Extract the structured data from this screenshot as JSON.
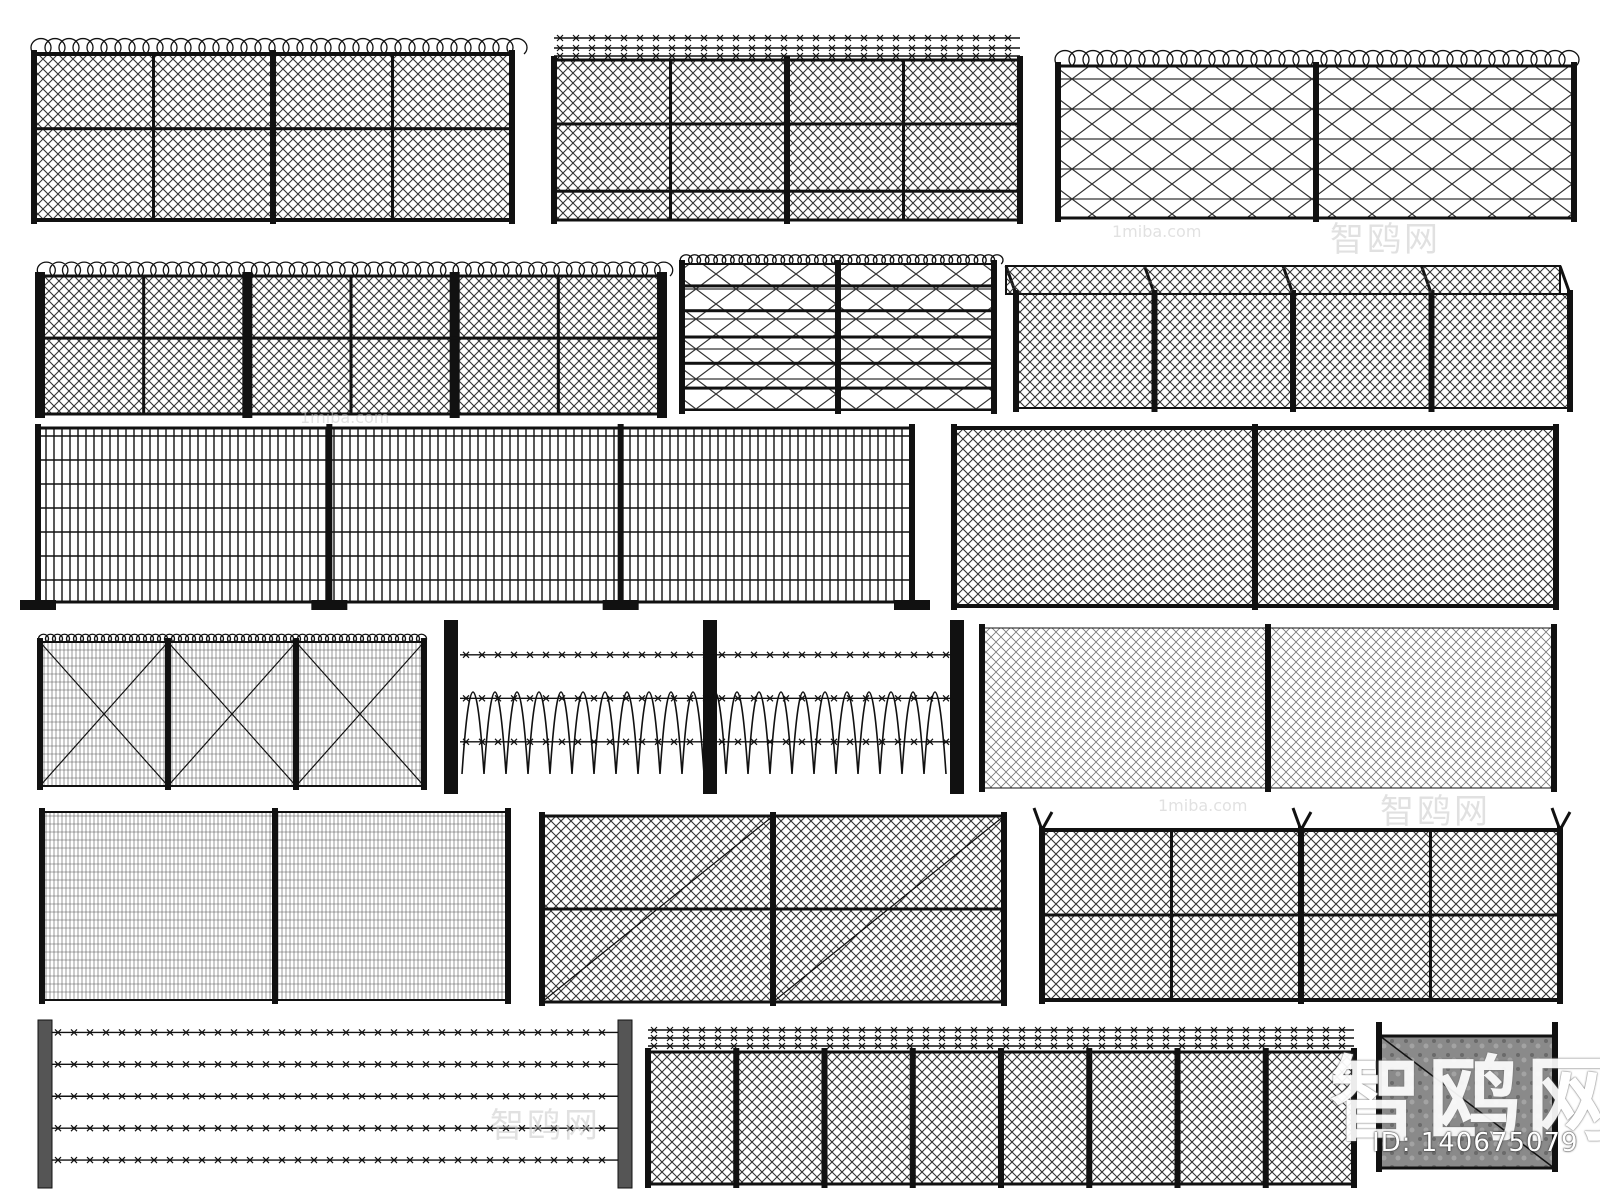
{
  "fences": [
    {
      "kind": "chainlink-razor-top",
      "posts": 3,
      "label": "fence-chainlink-razor-1"
    },
    {
      "kind": "chainlink-barbed-top",
      "posts": 3,
      "label": "fence-chainlink-barbed-1"
    },
    {
      "kind": "diamond-razor-top",
      "posts": 3,
      "label": "fence-diamond-razor-1"
    },
    {
      "kind": "chainlink-razor-thick-posts",
      "posts": 4,
      "label": "fence-chainlink-razor-2"
    },
    {
      "kind": "diamond-rails-razor",
      "posts": 3,
      "label": "fence-diamond-rails"
    },
    {
      "kind": "chainlink-slanted-top",
      "posts": 5,
      "label": "fence-chainlink-slanted"
    },
    {
      "kind": "welded-mesh-feet",
      "posts": 4,
      "label": "fence-welded-mesh"
    },
    {
      "kind": "chainlink-plain",
      "posts": 3,
      "label": "fence-chainlink-plain-1"
    },
    {
      "kind": "wire-cross-razor-top",
      "posts": 4,
      "label": "fence-wire-cross"
    },
    {
      "kind": "concertina-razor",
      "posts": 3,
      "label": "fence-concertina"
    },
    {
      "kind": "chainlink-light",
      "posts": 3,
      "label": "fence-chainlink-light"
    },
    {
      "kind": "fine-welded-mesh",
      "posts": 3,
      "label": "fence-fine-mesh"
    },
    {
      "kind": "chainlink-frame-diagonal",
      "posts": 3,
      "label": "fence-chainlink-frame"
    },
    {
      "kind": "chainlink-y-posts",
      "posts": 3,
      "label": "fence-chainlink-ypost"
    },
    {
      "kind": "barbed-wire-wood-posts",
      "posts": 2,
      "label": "fence-barbed-wire"
    },
    {
      "kind": "chainlink-multi-panel-razor",
      "posts": 9,
      "label": "fence-chainlink-multi"
    },
    {
      "kind": "stone-texture-panel",
      "posts": 2,
      "label": "fence-stone-panel"
    }
  ],
  "watermarks": {
    "site": "1miba.com",
    "brand": "智鸥网",
    "id_text": "ID: 140675079"
  },
  "colors": {
    "ink": "#111111",
    "mesh": "#333333",
    "background": "#ffffff"
  }
}
